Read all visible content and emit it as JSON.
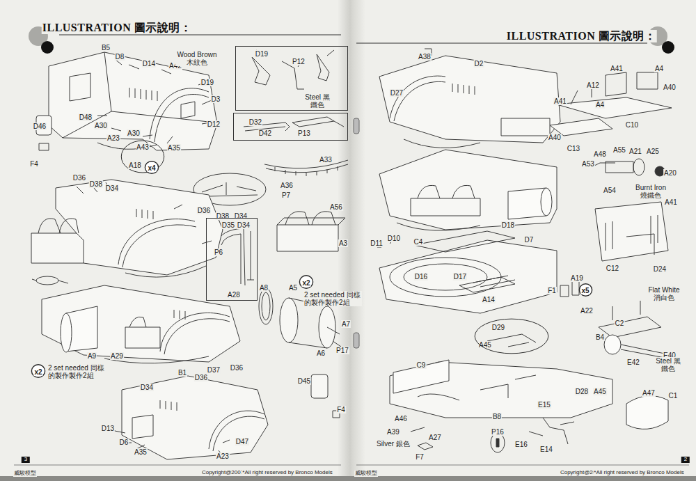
{
  "diagram": {
    "title": "ILLUSTRATION 圖示說明：",
    "nodes": [
      {
        "text": [
          "D19",
          "P12",
          "Steel 黑鐵色"
        ]
      },
      {
        "text": [
          "D32",
          "D42",
          "P13"
        ]
      },
      {
        "text": [
          "D35",
          "D34",
          "P6",
          "A28"
        ]
      },
      {
        "text": [
          "A43",
          "A18"
        ]
      },
      {
        "text": [
          "x4"
        ]
      },
      {
        "text": [
          "x2"
        ]
      },
      {
        "text": [
          "x2"
        ]
      },
      {
        "text": [
          "x5"
        ]
      },
      {
        "text": [
          "D29"
        ]
      }
    ],
    "labels": [
      "ILLUSTRATION 圖示說明：",
      "B5",
      "D8",
      "D14",
      "A42",
      "D19",
      "D3",
      "D12",
      "D48",
      "A30",
      "A30",
      "A23",
      "A35",
      "D46",
      "F4",
      "Wood Brown 木紋色",
      "A33",
      "A36",
      "P7",
      "A56",
      "A3",
      "D36",
      "D38",
      "D34",
      "D36",
      "D38",
      "D34",
      "A8",
      "A5",
      "2 set needed 同樣的製作製作2組",
      "A7",
      "A6",
      "P17",
      "A9",
      "A29",
      "2 set needed 同樣的製作製作2組",
      "B1",
      "D36",
      "D37",
      "D36",
      "D34",
      "D13",
      "D6",
      "A35",
      "A23",
      "D47",
      "D45",
      "F4",
      "3",
      "威駿模型",
      "Copyright@2007",
      "*All right reserved by Bronco Models",
      "A38",
      "D27",
      "D2",
      "A41",
      "A4",
      "A40",
      "A12",
      "A41",
      "A4",
      "C10",
      "A40",
      "C13",
      "A48",
      "A55",
      "A21",
      "A25",
      "A53",
      "A20",
      "A54",
      "Burnt Iron 燒鐵色",
      "A41",
      "D18",
      "D11",
      "D10",
      "C4",
      "D7",
      "D16",
      "D17",
      "A14",
      "A19",
      "F1",
      "A22",
      "C12",
      "D24",
      "Flat White 消白色",
      "C2",
      "A45",
      "B4",
      "E40",
      "E42",
      "Steel 黑鐵色",
      "C9",
      "D28",
      "A45",
      "A47",
      "C1",
      "E15",
      "B8",
      "A46",
      "A39",
      "P16",
      "E16",
      "E14",
      "A27",
      "Silver 銀色",
      "F7",
      "威駿模型",
      "Copyright@2007",
      "*All right reserved by Bronco Models",
      "2"
    ]
  }
}
